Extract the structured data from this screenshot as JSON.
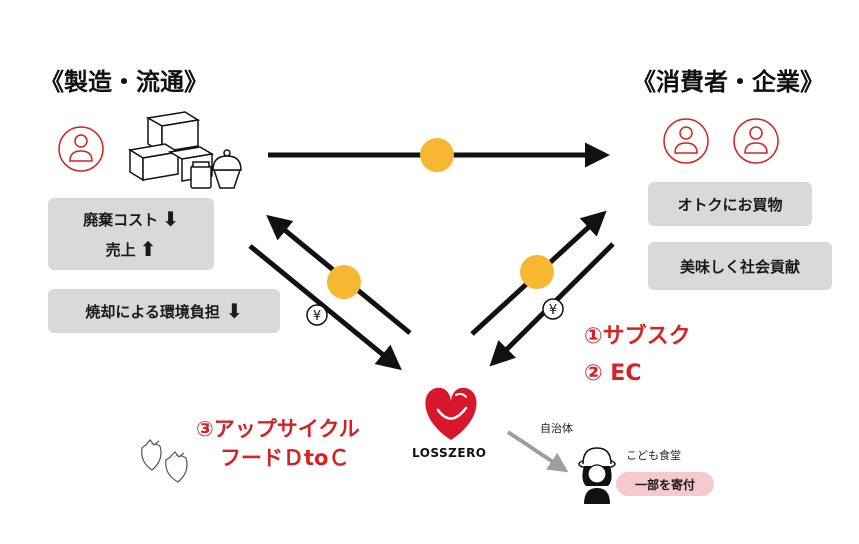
{
  "left": {
    "title": "《製造・流通》",
    "box1_line1": "廃棄コスト",
    "box1_line2": "売上",
    "box2": "焼却による環境負担"
  },
  "right": {
    "title": "《消費者・企業》",
    "box1": "オトクにお買物",
    "box2": "美味しく社会貢献"
  },
  "center": {
    "logo_text": "LOSSZERO",
    "yen_symbol": "¥"
  },
  "channels": {
    "item1": "①サブスク",
    "item2": "② EC",
    "item3_line1": "③アップサイクル",
    "item3_line2": "フードＤtoＣ"
  },
  "donation": {
    "municipality": "自治体",
    "kids_cafeteria": "こども食堂",
    "donate_label": "一部を寄付"
  },
  "colors": {
    "arrow": "#111111",
    "coin": "#f7b731",
    "accent_red": "#d42323",
    "box_gray": "#d9d9d9",
    "pill_pink": "#f6c9cf",
    "gray_arrow": "#9e9e9e",
    "logo_red": "#d8182a"
  }
}
